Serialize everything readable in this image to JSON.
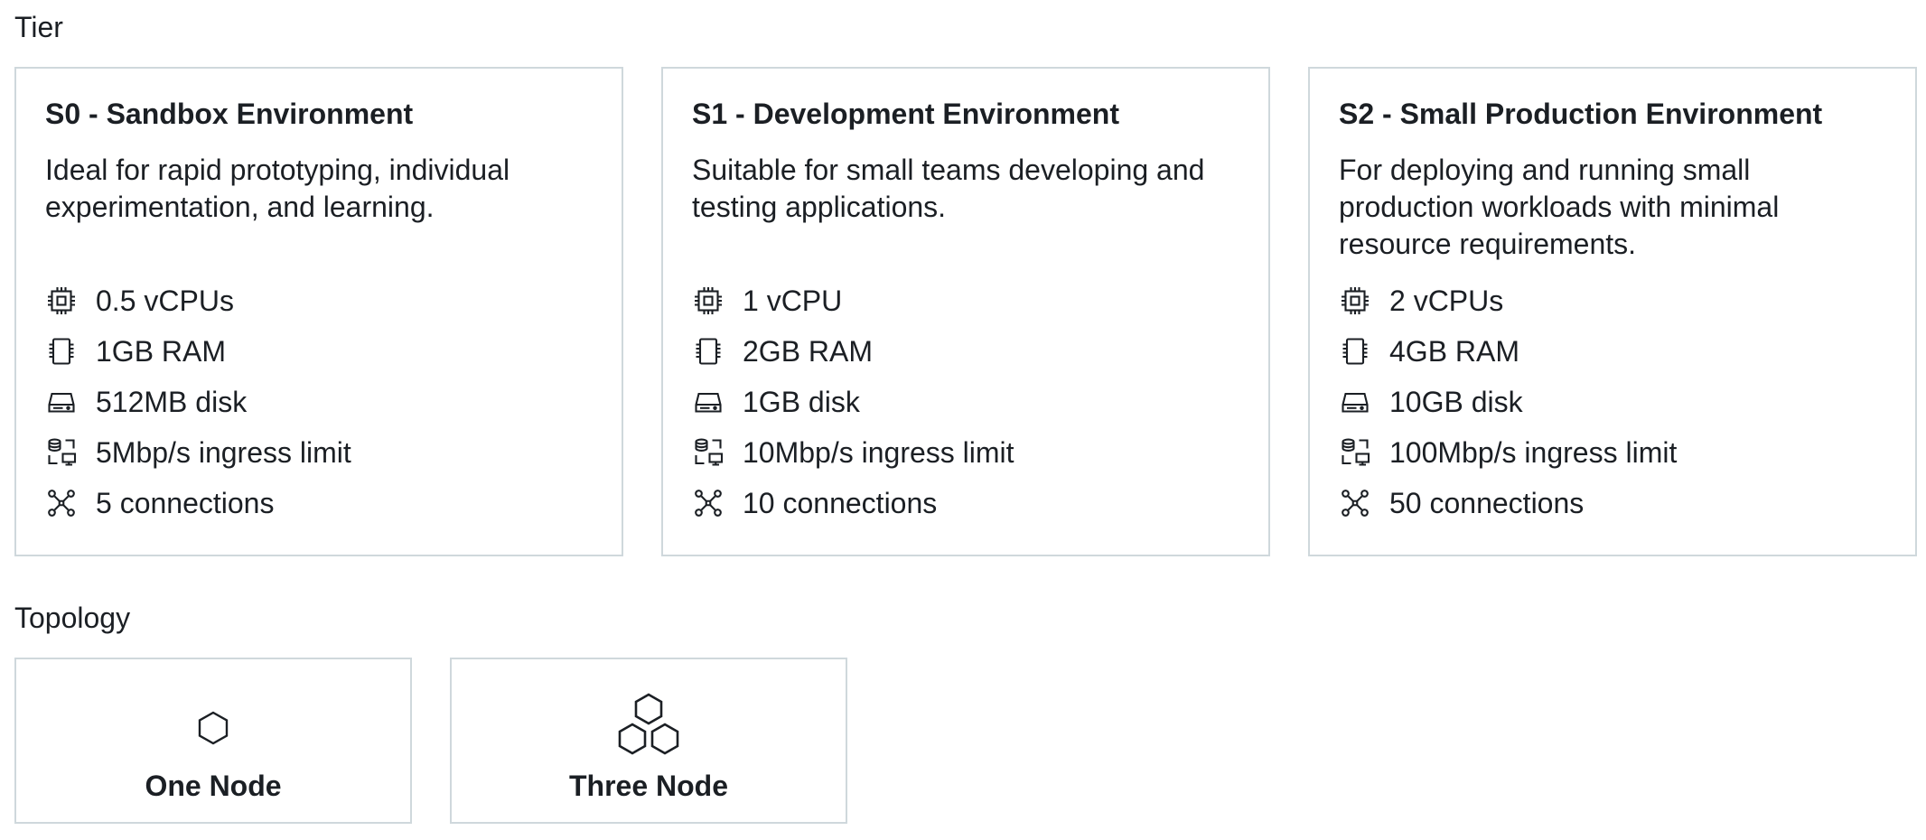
{
  "tier": {
    "label": "Tier",
    "cards": [
      {
        "title": "S0 - Sandbox Environment",
        "description": "Ideal for rapid prototyping, individual experimentation, and learning.",
        "specs": [
          {
            "icon": "cpu-icon",
            "text": "0.5 vCPUs"
          },
          {
            "icon": "memory-icon",
            "text": "1GB RAM"
          },
          {
            "icon": "disk-icon",
            "text": "512MB disk"
          },
          {
            "icon": "network-icon",
            "text": "5Mbp/s ingress limit"
          },
          {
            "icon": "connections-icon",
            "text": "5 connections"
          }
        ]
      },
      {
        "title": "S1 - Development Environment",
        "description": "Suitable for small teams developing and testing applications.",
        "specs": [
          {
            "icon": "cpu-icon",
            "text": "1 vCPU"
          },
          {
            "icon": "memory-icon",
            "text": "2GB RAM"
          },
          {
            "icon": "disk-icon",
            "text": "1GB disk"
          },
          {
            "icon": "network-icon",
            "text": "10Mbp/s ingress limit"
          },
          {
            "icon": "connections-icon",
            "text": "10 connections"
          }
        ]
      },
      {
        "title": "S2 - Small Production Environment",
        "description": "For deploying and running small production workloads with minimal resource requirements.",
        "specs": [
          {
            "icon": "cpu-icon",
            "text": "2 vCPUs"
          },
          {
            "icon": "memory-icon",
            "text": "4GB RAM"
          },
          {
            "icon": "disk-icon",
            "text": "10GB disk"
          },
          {
            "icon": "network-icon",
            "text": "100Mbp/s ingress limit"
          },
          {
            "icon": "connections-icon",
            "text": "50 connections"
          }
        ]
      }
    ]
  },
  "topology": {
    "label": "Topology",
    "options": [
      {
        "icon": "single-hexagon-icon",
        "label": "One Node"
      },
      {
        "icon": "three-hexagons-icon",
        "label": "Three Node"
      }
    ]
  },
  "colors": {
    "text": "#1b1f24",
    "border": "#cfd8dc",
    "background": "#ffffff"
  }
}
